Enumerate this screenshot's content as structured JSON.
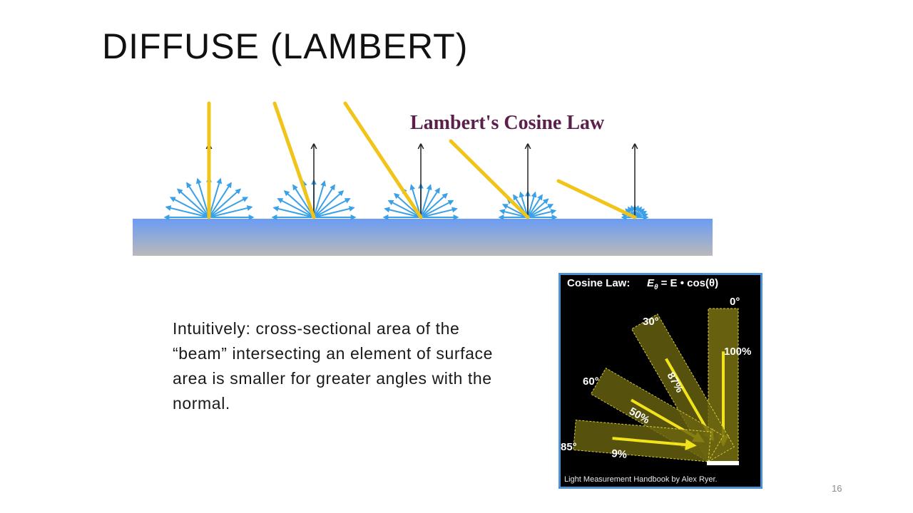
{
  "slide": {
    "title": "DIFFUSE (LAMBERT)",
    "body": "Intuitively: cross-sectional area of the “beam” intersecting an element of surface area is smaller for greater angles with the normal.",
    "page_number": "16"
  },
  "top_figure": {
    "heading": "Lambert's Cosine Law",
    "colors": {
      "heading": "#5a1f4a",
      "beam": "#f0c419",
      "scatter": "#3aa0e8",
      "normal": "#222222",
      "surface_top": "#6b9cf4",
      "surface_bottom": "#b9b9b9"
    }
  },
  "inset_figure": {
    "law_prefix": "Cosine Law:",
    "law_formula_lhs": "E",
    "law_formula_sub": "θ",
    "law_formula_rhs": "= E • cos(θ)",
    "caption": "Light Measurement Handbook by Alex Ryer.",
    "beams": [
      {
        "angle_label": "0°",
        "percent_label": "100%"
      },
      {
        "angle_label": "30°",
        "percent_label": "87%"
      },
      {
        "angle_label": "60°",
        "percent_label": "50%"
      },
      {
        "angle_label": "85°",
        "percent_label": "9%"
      }
    ],
    "colors": {
      "background": "#000000",
      "frame": "#4a90d9",
      "band": "#6b6510",
      "arrow": "#f2e21a",
      "text": "#ffffff"
    }
  }
}
